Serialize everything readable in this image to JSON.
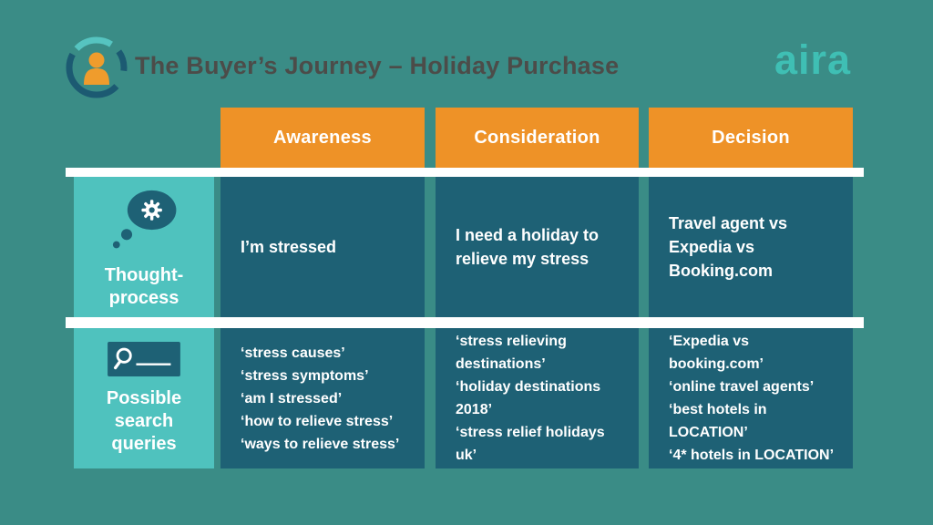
{
  "header": {
    "title": "The Buyer’s Journey – Holiday Purchase",
    "brand": "aira"
  },
  "colors": {
    "background": "#3A8C86",
    "header_orange": "#EE9227",
    "label_teal": "#4FC2BE",
    "cell_dark_teal": "#1E6175",
    "divider_white": "#FFFFFF",
    "title_text": "#4C4C49",
    "brand_teal": "#3FBFB4",
    "accent_orange_person": "#EF9C2C"
  },
  "icons": {
    "header_logo": "circle-arcs-person-icon",
    "row1": "thought-bubble-gear-icon",
    "row2": "search-bar-icon"
  },
  "table": {
    "column_headers": [
      "Awareness",
      "Consideration",
      "Decision"
    ],
    "rows": [
      {
        "label": "Thought-process",
        "cells": [
          {
            "lines": [
              "I’m stressed"
            ]
          },
          {
            "lines": [
              "I need a holiday to relieve my stress"
            ]
          },
          {
            "lines": [
              "Travel agent vs Expedia vs Booking.com"
            ]
          }
        ]
      },
      {
        "label": "Possible search queries",
        "cells": [
          {
            "lines": [
              "‘stress causes’",
              "‘stress symptoms’",
              "‘am I stressed’",
              "‘how to relieve stress’",
              "‘ways to relieve stress’"
            ]
          },
          {
            "lines": [
              "‘stress relieving destinations’",
              "‘holiday destinations 2018’",
              "‘stress relief holidays uk’"
            ]
          },
          {
            "lines": [
              "‘Expedia vs booking.com’",
              "‘online travel agents’",
              "‘best hotels in LOCATION’",
              "‘4* hotels in LOCATION’"
            ]
          }
        ]
      }
    ]
  }
}
